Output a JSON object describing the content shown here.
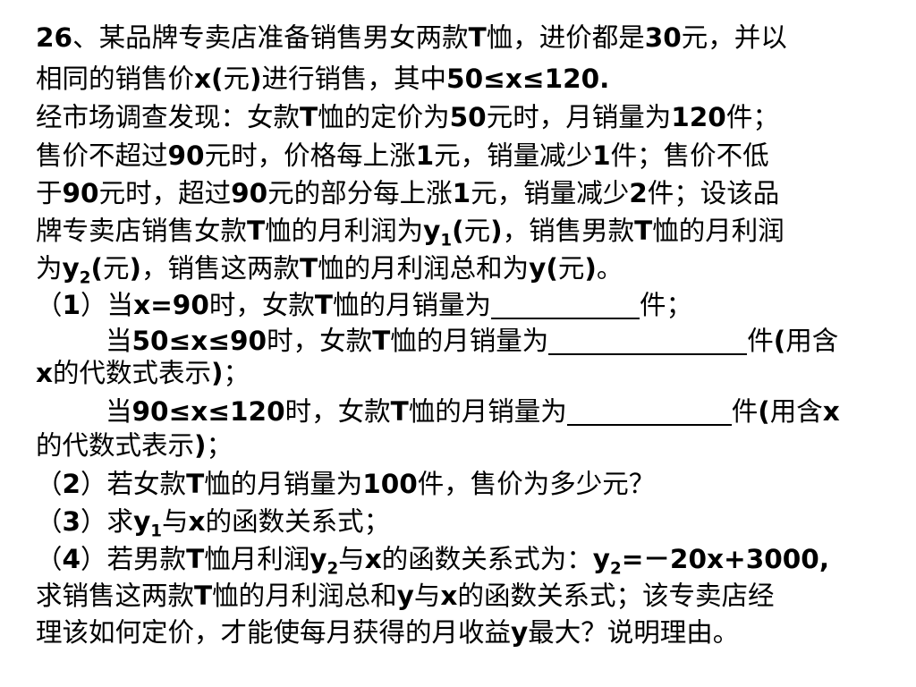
{
  "problem": {
    "lines": [
      [
        {
          "t": "26",
          "b": true
        },
        {
          "t": "、某品牌专卖店准备销售男女两款"
        },
        {
          "t": "T",
          "b": true
        },
        {
          "t": "恤，进价都是"
        },
        {
          "t": "30",
          "b": true
        },
        {
          "t": "元，并以"
        }
      ],
      [
        {
          "t": "相同的销售价"
        },
        {
          "t": "x(",
          "b": true
        },
        {
          "t": "元"
        },
        {
          "t": ")",
          "b": true
        },
        {
          "t": "进行销售，其中"
        },
        {
          "t": "50≤x≤120.",
          "b": true
        }
      ],
      [
        {
          "t": "经市场调查发现：女款"
        },
        {
          "t": "T",
          "b": true
        },
        {
          "t": "恤的定价为"
        },
        {
          "t": "50",
          "b": true
        },
        {
          "t": "元时，月销量为"
        },
        {
          "t": "120",
          "b": true
        },
        {
          "t": "件；"
        }
      ],
      [
        {
          "t": "售价不超过"
        },
        {
          "t": "90",
          "b": true
        },
        {
          "t": "元时，价格每上涨"
        },
        {
          "t": "1",
          "b": true
        },
        {
          "t": "元，销量减少"
        },
        {
          "t": "1",
          "b": true
        },
        {
          "t": "件；售价不低"
        }
      ],
      [
        {
          "t": "于"
        },
        {
          "t": "90",
          "b": true
        },
        {
          "t": "元时，超过"
        },
        {
          "t": "90",
          "b": true
        },
        {
          "t": "元的部分每上涨"
        },
        {
          "t": "1",
          "b": true
        },
        {
          "t": "元，销量减少"
        },
        {
          "t": "2",
          "b": true
        },
        {
          "t": "件；设该品"
        }
      ],
      [
        {
          "t": "牌专卖店销售女款"
        },
        {
          "t": "T",
          "b": true
        },
        {
          "t": "恤的月利润为"
        },
        {
          "t": "y",
          "b": true
        },
        {
          "t": "1",
          "sub": true
        },
        {
          "t": "(",
          "b": true
        },
        {
          "t": "元"
        },
        {
          "t": ")",
          "b": true
        },
        {
          "t": "，销售男款"
        },
        {
          "t": "T",
          "b": true
        },
        {
          "t": "恤的月利润"
        }
      ],
      [
        {
          "t": "为"
        },
        {
          "t": "y",
          "b": true
        },
        {
          "t": "2",
          "sub": true
        },
        {
          "t": "(",
          "b": true
        },
        {
          "t": "元"
        },
        {
          "t": ")",
          "b": true
        },
        {
          "t": "，销售这两款"
        },
        {
          "t": "T",
          "b": true
        },
        {
          "t": "恤的月利润总和为"
        },
        {
          "t": "y(",
          "b": true
        },
        {
          "t": "元"
        },
        {
          "t": ")",
          "b": true
        },
        {
          "t": "。"
        }
      ],
      [
        {
          "t": "（"
        },
        {
          "t": "1",
          "b": true
        },
        {
          "t": "）当"
        },
        {
          "t": "x=90",
          "b": true
        },
        {
          "t": "时，女款"
        },
        {
          "t": "T",
          "b": true
        },
        {
          "t": "恤的月销量为"
        },
        {
          "blank": 166
        },
        {
          "t": "件；"
        }
      ],
      [
        {
          "t": "当"
        },
        {
          "t": "50≤x≤90",
          "b": true
        },
        {
          "t": "时，女款"
        },
        {
          "t": "T",
          "b": true
        },
        {
          "t": "恤的月销量为"
        },
        {
          "blank": 222
        },
        {
          "t": "件"
        },
        {
          "t": "(",
          "b": true
        },
        {
          "t": "用含"
        }
      ],
      [
        {
          "t": "x",
          "b": true
        },
        {
          "t": "的代数式表示"
        },
        {
          "t": ")",
          "b": true
        },
        {
          "t": "；"
        }
      ],
      [
        {
          "t": "当"
        },
        {
          "t": "90≤x≤120",
          "b": true
        },
        {
          "t": "时，女款"
        },
        {
          "t": "T",
          "b": true
        },
        {
          "t": "恤的月销量为"
        },
        {
          "blank": 184
        },
        {
          "t": "件"
        },
        {
          "t": "(",
          "b": true
        },
        {
          "t": "用含"
        },
        {
          "t": "x",
          "b": true
        }
      ],
      [
        {
          "t": "的代数式表示"
        },
        {
          "t": ")",
          "b": true
        },
        {
          "t": "；"
        }
      ],
      [
        {
          "t": "（"
        },
        {
          "t": "2",
          "b": true
        },
        {
          "t": "）若女款"
        },
        {
          "t": "T",
          "b": true
        },
        {
          "t": "恤的月销量为"
        },
        {
          "t": "100",
          "b": true
        },
        {
          "t": "件，售价为多少元？"
        }
      ],
      [
        {
          "t": "（"
        },
        {
          "t": "3",
          "b": true
        },
        {
          "t": "）求"
        },
        {
          "t": "y",
          "b": true
        },
        {
          "t": "1",
          "sub": true
        },
        {
          "t": "与"
        },
        {
          "t": "x",
          "b": true
        },
        {
          "t": "的函数关系式；"
        }
      ],
      [
        {
          "t": "（"
        },
        {
          "t": "4",
          "b": true
        },
        {
          "t": "）若男款"
        },
        {
          "t": "T",
          "b": true
        },
        {
          "t": "恤月利润"
        },
        {
          "t": "y",
          "b": true
        },
        {
          "t": "2",
          "sub": true
        },
        {
          "t": "与"
        },
        {
          "t": "x",
          "b": true
        },
        {
          "t": "的函数关系式为："
        },
        {
          "t": "y",
          "b": true
        },
        {
          "t": "2",
          "sub": true
        },
        {
          "t": "=－20x+3000,",
          "b": true
        }
      ],
      [
        {
          "t": "求销售这两款"
        },
        {
          "t": "T",
          "b": true
        },
        {
          "t": "恤的月利润总和"
        },
        {
          "t": "y",
          "b": true
        },
        {
          "t": "与"
        },
        {
          "t": "x",
          "b": true
        },
        {
          "t": "的函数关系式；该专卖店经"
        }
      ],
      [
        {
          "t": "理该如何定价，才能使每月获得的月收益"
        },
        {
          "t": "y",
          "b": true
        },
        {
          "t": "最大？说明理由。"
        }
      ]
    ]
  }
}
